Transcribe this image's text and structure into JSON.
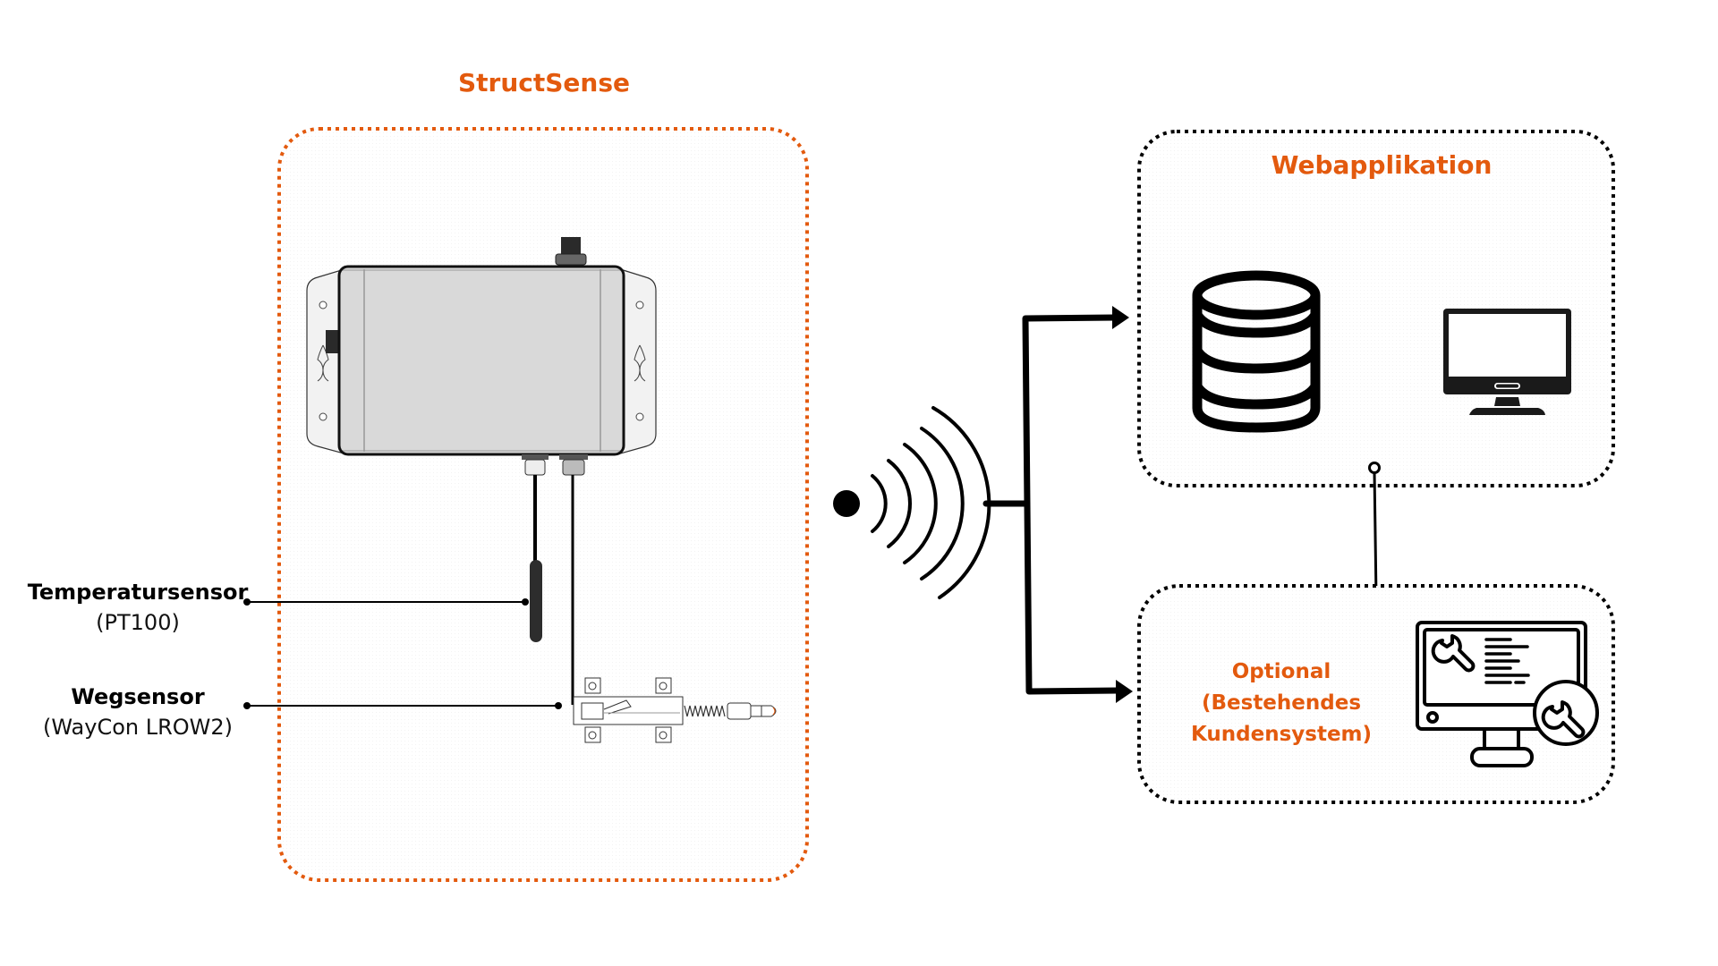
{
  "colors": {
    "accent": "#E35A0E",
    "line": "#000000",
    "device_body": "#D8D8D8",
    "device_bracket": "#F2F2F2"
  },
  "structsense": {
    "title": "StructSense",
    "sensors": [
      {
        "name": "Temperatursensor",
        "model": "(PT100)"
      },
      {
        "name": "Wegsensor",
        "model": "(WayCon LROW2)"
      }
    ]
  },
  "webapp": {
    "title": "Webapplikation",
    "icons": [
      "database-icon",
      "desktop-monitor-icon"
    ]
  },
  "optional": {
    "lines": [
      "Optional",
      "(Bestehendes",
      "Kundensystem)"
    ],
    "icon": "maintenance-monitor-icon"
  },
  "wireless": {
    "icon": "wireless-signal-icon"
  }
}
